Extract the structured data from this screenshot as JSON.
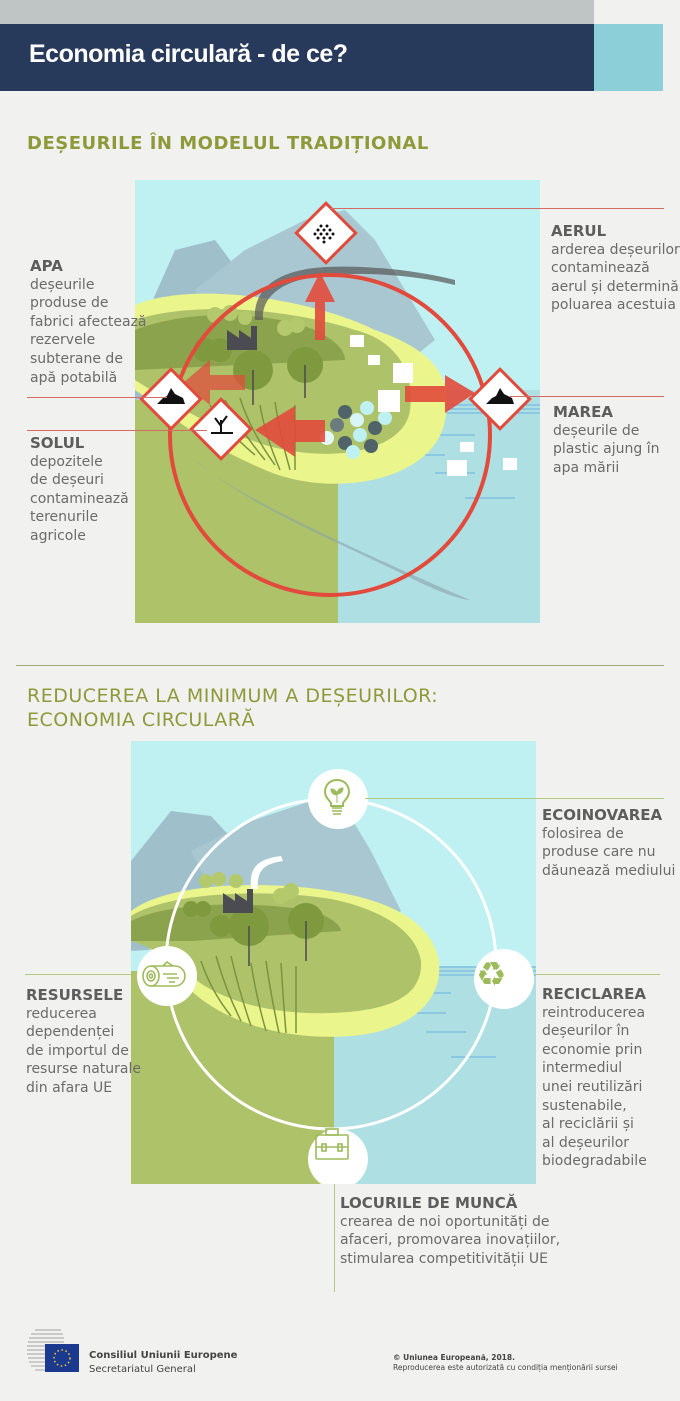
{
  "header": {
    "title": "Economia circulară - de ce?"
  },
  "colors": {
    "header_bg": "#283a5b",
    "header_accent": "#8ccfd8",
    "top_bar": "#bfc5c4",
    "section_title": "#8e9a3a",
    "hazard_red": "#e24a3b",
    "sky": "#bff1f3",
    "sea": "#aedfe3",
    "field": "#aec26a",
    "sand": "#eaf58c",
    "circle_white": "#ffffff",
    "icon_green": "#9dbb5a"
  },
  "section1": {
    "title": "DEȘEURILE ÎN MODELUL TRADIȚIONAL",
    "callouts": [
      {
        "id": "apa",
        "title": "APA",
        "text": "deșeurile\nproduse de\nfabrici afectează\nrezervele\nsubterane de\napă potabilă",
        "icon": "aquatic-hazard-icon"
      },
      {
        "id": "solul",
        "title": "SOLUL",
        "text": "depozitele\nde deșeuri\ncontaminează\nterenurile\nagricole",
        "icon": "dead-tree-hazard-icon"
      },
      {
        "id": "aerul",
        "title": "AERUL",
        "text": "arderea deșeurilor\ncontaminează\naerul și determină\npoluarea acestuia",
        "icon": "particles-hazard-icon"
      },
      {
        "id": "marea",
        "title": "MAREA",
        "text": "deșeurile de\nplastic ajung în\napa mării",
        "icon": "aquatic-hazard-icon"
      }
    ]
  },
  "section2": {
    "title_line1": "REDUCEREA LA MINIMUM A DEȘEURILOR:",
    "title_line2": "ECONOMIA CIRCULARĂ",
    "callouts": [
      {
        "id": "ecoinovarea",
        "title": "ECOINOVAREA",
        "text": "folosirea de\nproduse care nu\ndăunează mediului",
        "icon": "lightbulb-plant-icon"
      },
      {
        "id": "reciclarea",
        "title": "RECICLAREA",
        "text": "reintroducerea\ndeșeurilor în\neconomie prin\nintermediul\nunei reutilizări\nsustenabile,\nal reciclării și\nal deșeurilor\nbiodegradabile",
        "icon": "recycle-icon"
      },
      {
        "id": "resursele",
        "title": "RESURSELE",
        "text": "reducerea\ndependenței\nde importul de\nresurse naturale\ndin afara UE",
        "icon": "log-icon"
      },
      {
        "id": "locurile",
        "title": "LOCURILE DE MUNCĂ",
        "text": "crearea de noi oportunități de\nafaceri, promovarea inovațiilor,\nstimularea competitivității UE",
        "icon": "briefcase-icon"
      }
    ]
  },
  "footer": {
    "org_name": "Consiliul Uniunii Europene",
    "org_sub": "Secretariatul General",
    "copyright": "© Uniunea Europeană, 2018.",
    "reproduction": "Reproducerea este autorizată cu condiția menționării sursei"
  }
}
